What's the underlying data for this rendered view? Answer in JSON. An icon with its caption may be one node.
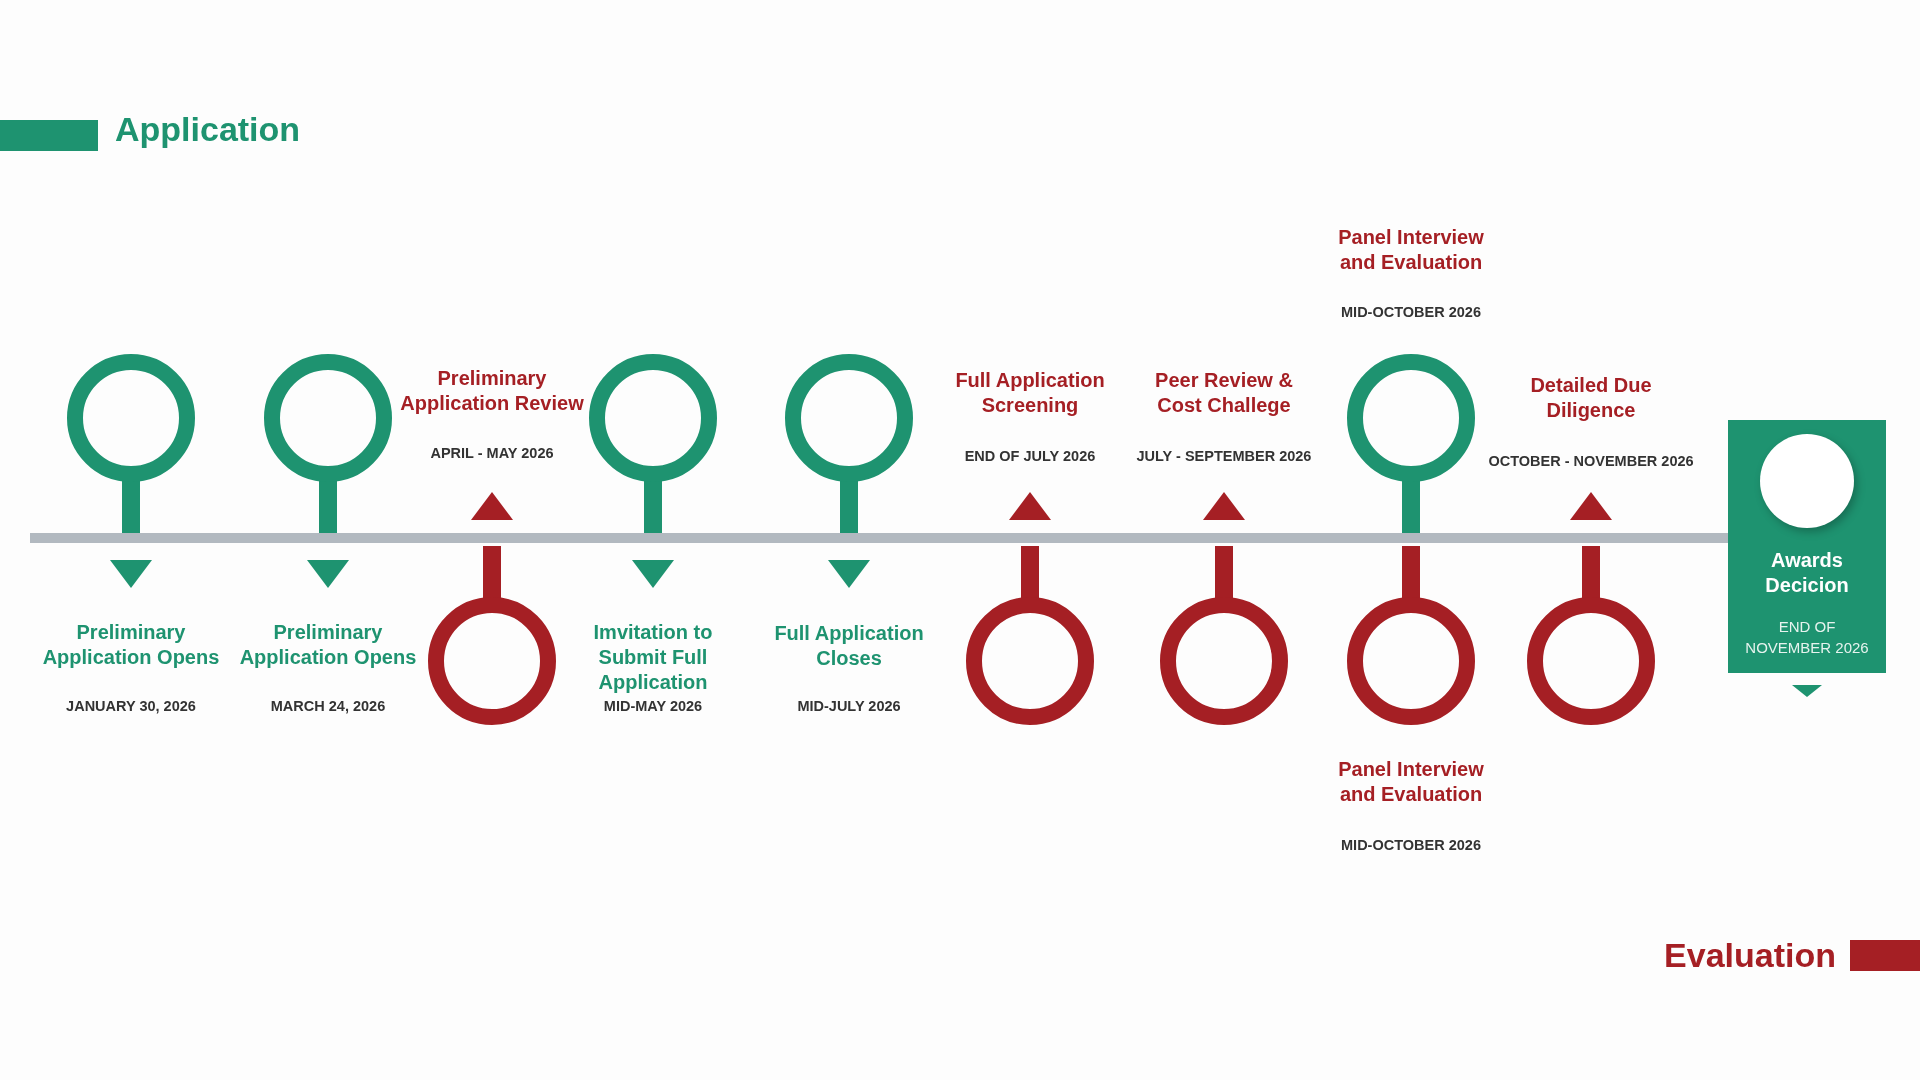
{
  "diagram": {
    "nodes": [
      {
        "text": [
          "Preliminary Application Opens",
          "JANUARY 30, 2026"
        ]
      },
      {
        "text": [
          "Preliminary Application Opens",
          "MARCH 24, 2026"
        ]
      },
      {
        "text": [
          "Preliminary Application Review",
          "APRIL - MAY 2026"
        ]
      },
      {
        "text": [
          "Imvitation to Submit Full Application",
          "MID-MAY 2026"
        ]
      },
      {
        "text": [
          "Full Application Closes",
          "MID-JULY 2026"
        ]
      },
      {
        "text": [
          "Full Application Screening",
          "END OF JULY 2026"
        ]
      },
      {
        "text": [
          "Peer Review & Cost Challege",
          "JULY - SEPTEMBER 2026"
        ]
      },
      {
        "text": [
          "Panel Interview and Evaluation",
          "MID-OCTOBER 2026"
        ]
      },
      {
        "text": [
          "Panel Interview and Evaluation",
          "MID-OCTOBER 2026"
        ]
      },
      {
        "text": [
          "Detailed Due Diligence",
          "OCTOBER - NOVEMBER 2026"
        ]
      },
      {
        "text": [
          "Awards Decicion",
          "END OF NOVEMBER 2026"
        ]
      },
      {
        "text": [],
        "shape": "circle",
        "in": 10
      }
    ],
    "labels": [
      "Application",
      "Evaluation"
    ]
  }
}
